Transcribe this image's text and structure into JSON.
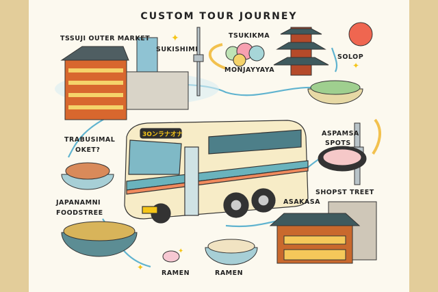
{
  "title": "CUSTOM TOUR JOURNEY",
  "labels": {
    "tsukiji": "TSSUJI OUTER MARKET",
    "sukishimi": "SUKISHIMI",
    "tsukikma": "TSUKIKMA",
    "monjayyaya": "MONJAYYAYA",
    "solop": "SOLOP",
    "trabusimal_1": "TRABUSIMAL",
    "trabusimal_2": "OKET?",
    "aspamsa_1": "ASPAMSA",
    "aspamsa_2": "SPOTS",
    "shopst": "SHOPST TREET",
    "asakasa": "ASAKASA",
    "japanamni_1": "JAPANAMNI",
    "japanamni_2": "FOODSTREE",
    "ramen_1": "RAMEN",
    "ramen_2": "RAMEN"
  },
  "bus_sign": "3Oンラナオナ",
  "colors": {
    "border": "#e3cd9a",
    "paper": "#fcf9ef",
    "path": "#5fb3cf",
    "bus": "#f7ecc7",
    "stripe": "#6ab3bd"
  }
}
